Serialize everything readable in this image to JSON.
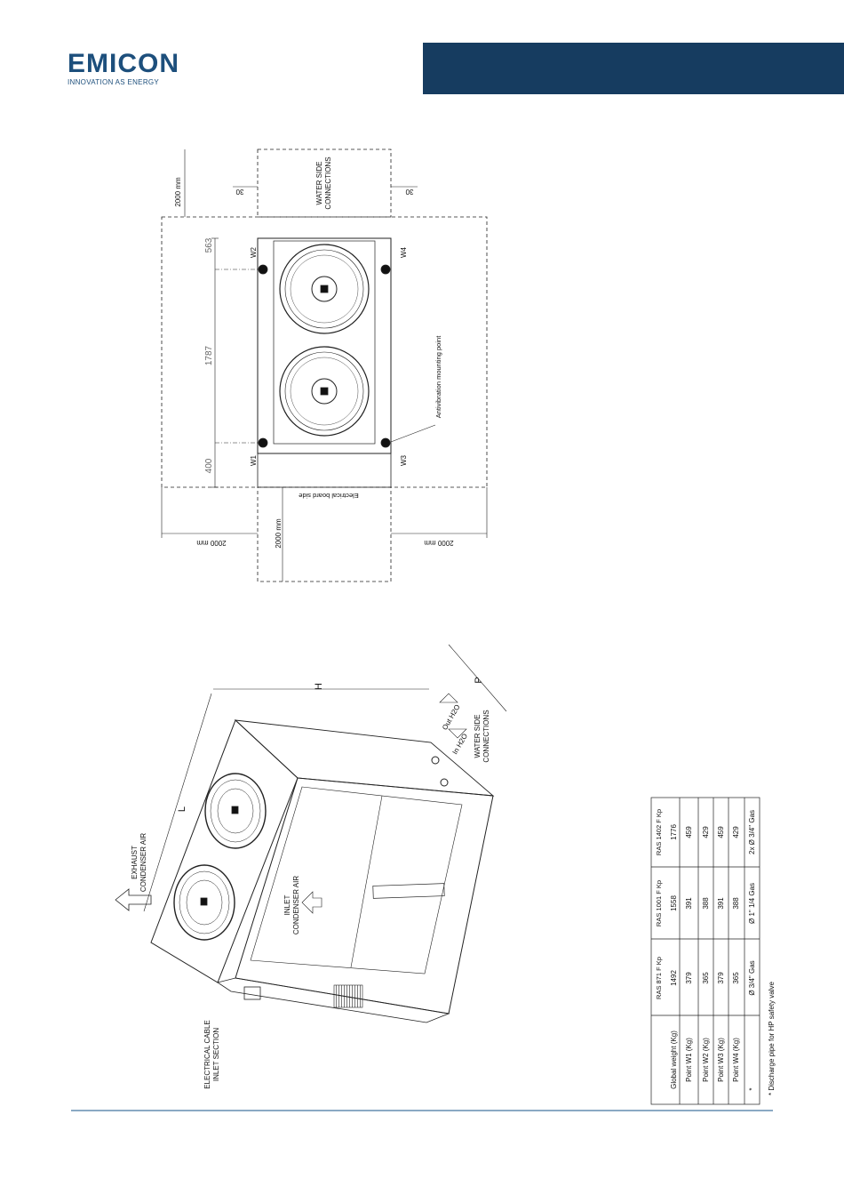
{
  "logo": {
    "brand": "EMICON",
    "tagline": "INNOVATION AS ENERGY"
  },
  "plan": {
    "clearance_top": "2000 mm",
    "clearance_bottom": "2000 mm",
    "clearance_left": "2000 mm",
    "clearance_right": "2000 mm",
    "gap_left": "30",
    "gap_right": "30",
    "dim_1": "563",
    "dim_2": "1787",
    "dim_3": "400",
    "water_side_1": "WATER SIDE",
    "water_side_2": "CONNECTIONS",
    "points": [
      "W1",
      "W2",
      "W3",
      "W4"
    ],
    "antivibration": "Antivibration mounting point",
    "electrical_board": "Electrical board side"
  },
  "iso": {
    "exhaust_1": "EXHAUST",
    "exhaust_2": "CONDENSER AIR",
    "inlet_1": "INLET",
    "inlet_2": "CONDENSER AIR",
    "cable_1": "ELECTRICAL CABLE",
    "cable_2": "INLET SECTION",
    "water_1": "WATER SIDE",
    "water_2": "CONNECTIONS",
    "dim_l": "L",
    "dim_h": "H",
    "dim_p": "P",
    "out_h2o": "Out H2O",
    "in_h2o": "In H2O"
  },
  "table": {
    "headers": [
      "",
      "RAS 871 F Kp",
      "RAS 1001 F Kp",
      "RAS 1402 F Kp"
    ],
    "rows": [
      [
        "Global weight (Kg)",
        "1492",
        "1558",
        "1776"
      ],
      [
        "Point W1 (Kg)",
        "379",
        "391",
        "459"
      ],
      [
        "Point W2 (Kg)",
        "365",
        "388",
        "429"
      ],
      [
        "Point W3 (Kg)",
        "379",
        "391",
        "459"
      ],
      [
        "Point W4 (Kg)",
        "365",
        "388",
        "429"
      ],
      [
        "*",
        "Ø 3/4\" Gas",
        "Ø 1\" 1/4 Gas",
        "2x Ø 3/4\" Gas"
      ]
    ],
    "note": "* Discharge pipe for HP safety valve"
  }
}
